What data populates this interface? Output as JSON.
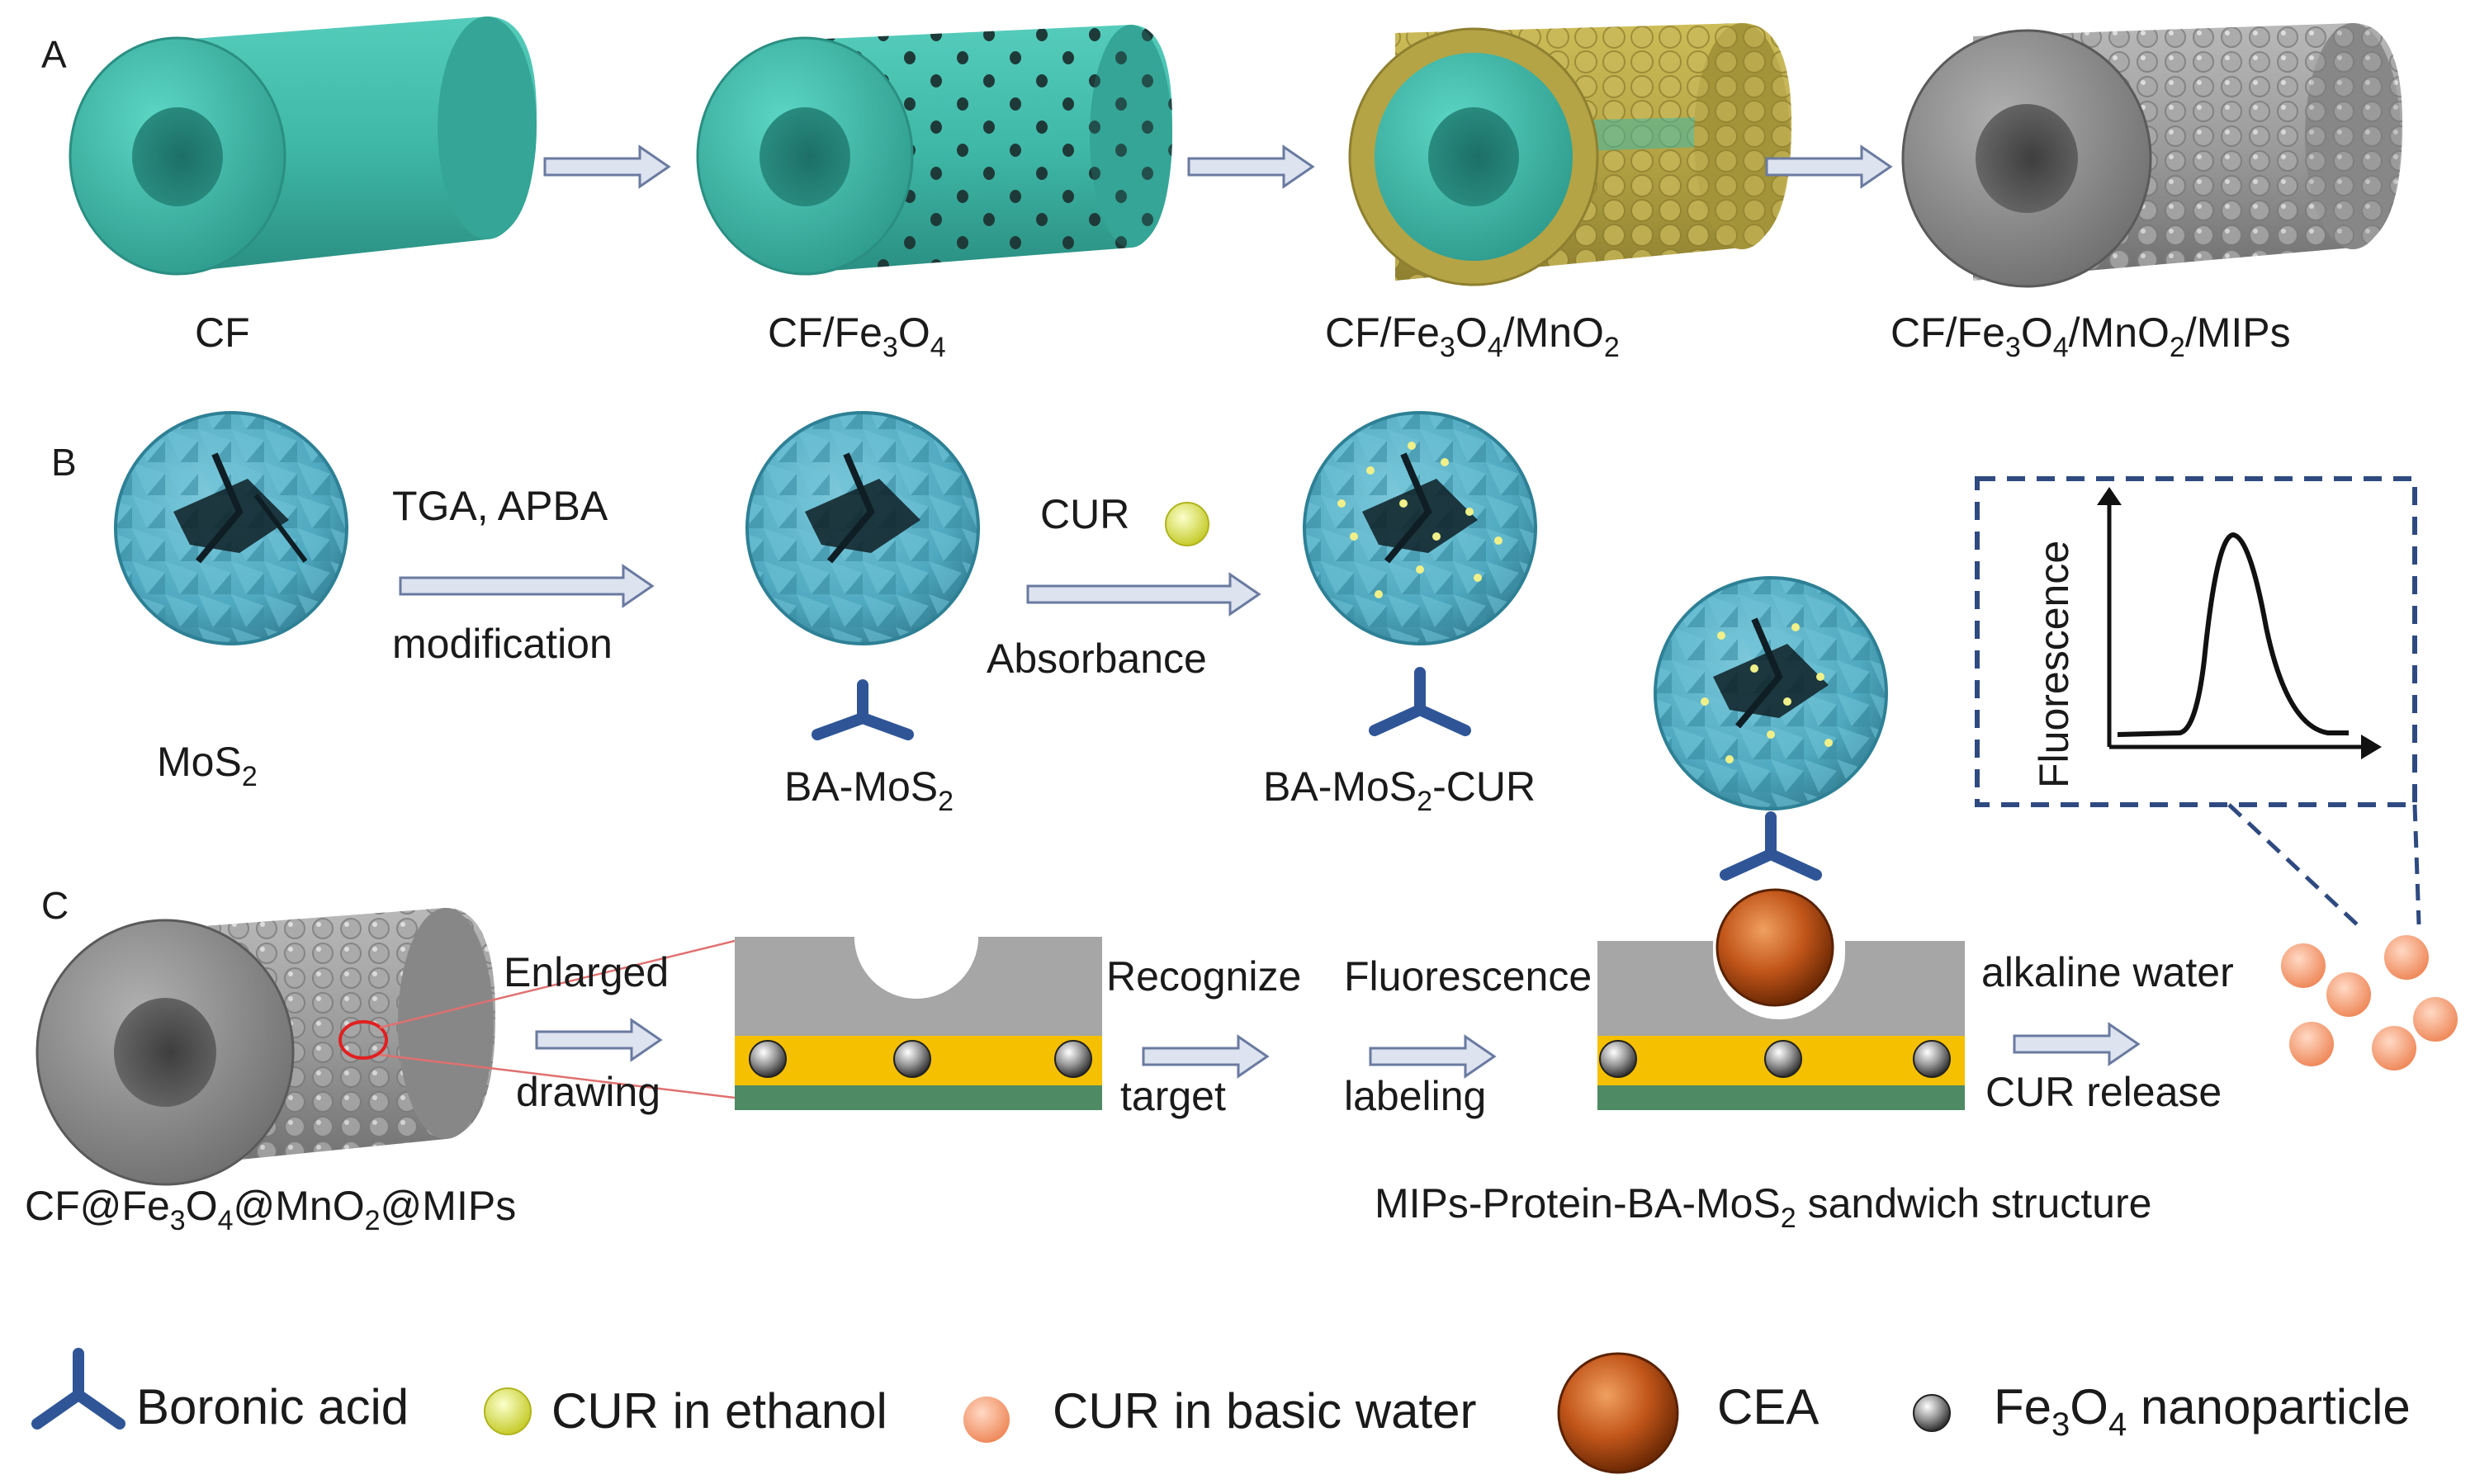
{
  "panels": {
    "a": "A",
    "b": "B",
    "c": "C"
  },
  "row_a": {
    "labels": [
      {
        "main": "CF",
        "parts": []
      },
      {
        "main": "CF/Fe",
        "parts": [
          "3",
          "O",
          "4"
        ]
      },
      {
        "main": "CF/Fe",
        "parts": [
          "3",
          "O",
          "4",
          "/MnO",
          "2"
        ]
      },
      {
        "main": "CF/Fe",
        "parts": [
          "3",
          "O",
          "4",
          "/MnO",
          "2",
          "/MIPs"
        ]
      }
    ]
  },
  "row_b": {
    "mos2": {
      "base": "MoS",
      "sub": "2"
    },
    "ba_mos2": {
      "base": "BA-MoS",
      "sub": "2"
    },
    "ba_mos2_cur": {
      "base": "BA-MoS",
      "sub": "2",
      "tail": "-CUR"
    },
    "step1_top": "TGA, APBA",
    "step1_bottom": "modification",
    "step2_top": "CUR",
    "step2_bottom": "Absorbance",
    "inset_ylabel": "Fluorescence"
  },
  "row_c": {
    "material": {
      "a": "CF@Fe",
      "b": "3",
      "c": "O",
      "d": "4",
      "e": "@MnO",
      "f": "2",
      "g": "@MIPs"
    },
    "enlarged": "Enlarged",
    "drawing": "drawing",
    "recognize": "Recognize",
    "target": "target",
    "fluorescence": "Fluorescence",
    "labeling": "labeling",
    "alkaline_water": "alkaline water",
    "cur_release": "CUR release",
    "sandwich": {
      "pre": "MIPs-Protein-BA-MoS",
      "sub": "2",
      "post": " sandwich structure"
    }
  },
  "legend": {
    "boronic_acid": "Boronic acid",
    "cur_ethanol": "CUR in ethanol",
    "cur_basic": "CUR in basic water",
    "cea": "CEA",
    "fe3o4": {
      "a": "Fe",
      "b": "3",
      "c": "O",
      "d": "4",
      "e": " nanoparticle"
    }
  },
  "colors": {
    "teal": "#3fb8a8",
    "mos2_blue": "#4fa9c0",
    "gold": "#b4a445",
    "gray_mip": "#9a9a9a",
    "yellow_layer": "#f5c000",
    "green_base": "#4e8a63",
    "arrow_fill": "#dde3ef",
    "arrow_stroke": "#6a7aa0",
    "boronic_blue": "#2f5597",
    "cur_yellow": "#e6ea5a",
    "cur_orange": "#f4a07a",
    "cea_brown": "#c2561a",
    "dashed_blue": "#2e4a80"
  }
}
